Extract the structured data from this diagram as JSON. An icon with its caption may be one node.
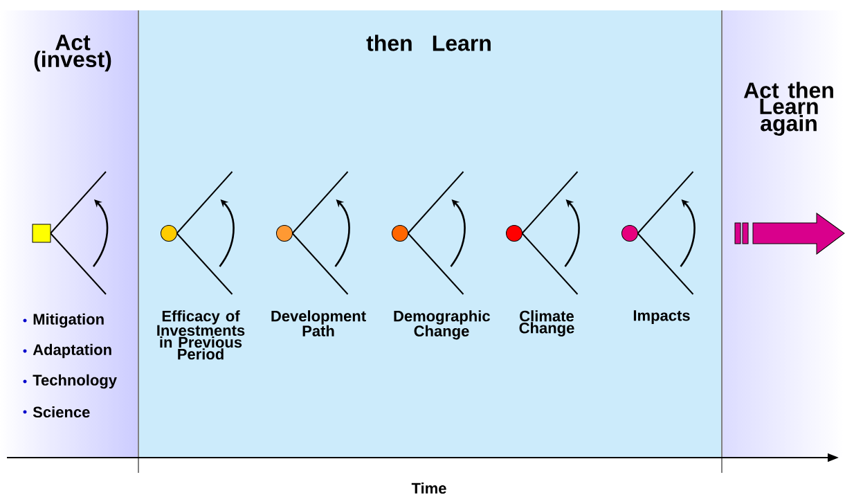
{
  "diagram": {
    "nodes": [
      {
        "text": [
          "Act (invest)",
          "Mitigation",
          "Adaptation",
          "Technology",
          "Science"
        ]
      },
      {
        "text": [
          "then Learn"
        ]
      },
      {
        "text": [
          "Act then Learn again"
        ]
      },
      {
        "text": [],
        "shape": "box",
        "in": 0
      },
      {
        "text": [],
        "shape": "circle",
        "in": 1
      },
      {
        "text": [],
        "shape": "circle",
        "in": 1
      },
      {
        "text": [],
        "shape": "circle",
        "in": 1
      },
      {
        "text": [],
        "shape": "circle",
        "in": 1
      },
      {
        "text": [],
        "shape": "circle",
        "in": 1
      }
    ],
    "labels": [
      "Efficacy of Investments in Previous Period",
      "Development Path",
      "Demographic Change",
      "Climate Change",
      "Impacts",
      "Time"
    ]
  }
}
